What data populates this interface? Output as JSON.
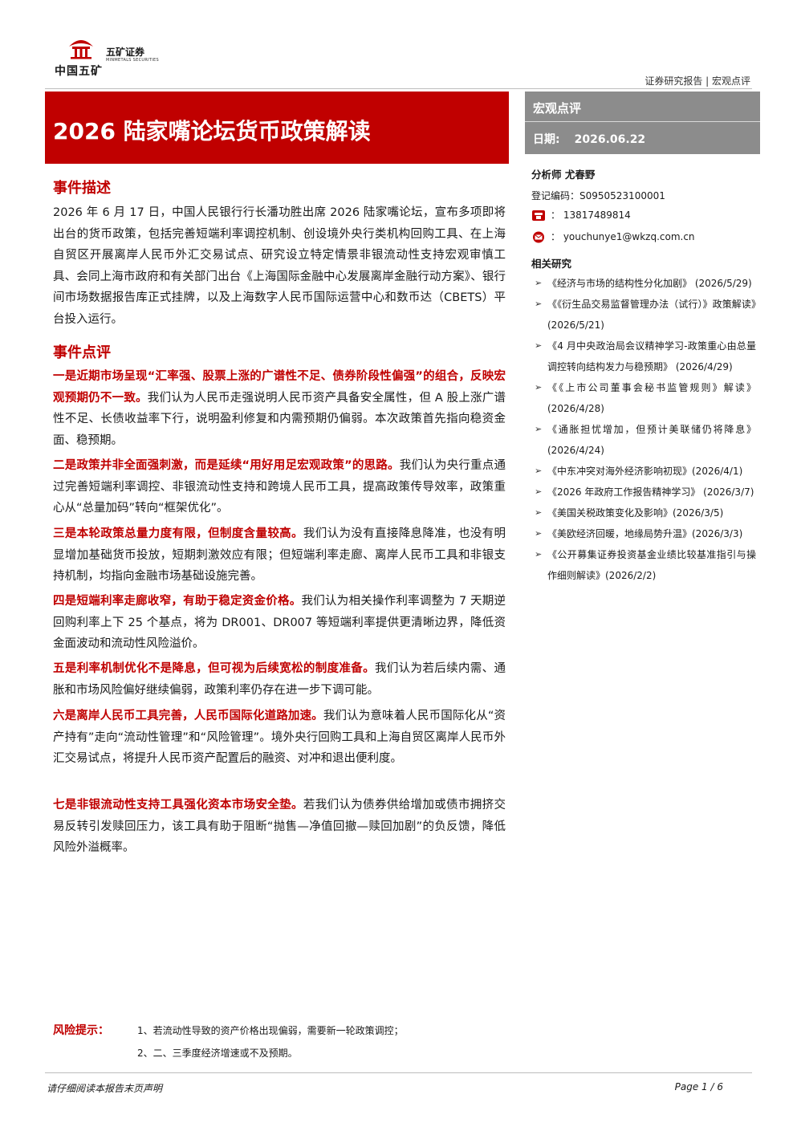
{
  "logo": {
    "group_name": "中国五矿",
    "brand": "五矿证券",
    "brand_en": "MINMETALS SECURITIES",
    "colors": {
      "red": "#c00000"
    }
  },
  "header": {
    "report_type": "证券研究报告 | 宏观点评"
  },
  "title": "2026 陆家嘴论坛货币政策解读",
  "side": {
    "category": "宏观点评",
    "date_label": "日期:",
    "date_value": "2026.06.22",
    "analyst": "分析师 尤春野",
    "registration": "登记编码：S0950523100001",
    "phone": "：  13817489814",
    "email": "：  youchunye1@wkzq.com.cn",
    "related_title": "相关研究",
    "related": [
      "《经济与市场的结构性分化加剧》 (2026/5/29)",
      "《《衍生品交易监督管理办法（试行）》政策解读》(2026/5/21)",
      "《4 月中央政治局会议精神学习-政策重心由总量调控转向结构发力与稳预期》 (2026/4/29)",
      "《《上市公司董事会秘书监管规则》解读》 (2026/4/28)",
      "《通胀担忧增加，但预计美联储仍将降息》 (2026/4/24)",
      "《中东冲突对海外经济影响初现》(2026/4/1)",
      "《2026 年政府工作报告精神学习》 (2026/3/7)",
      "《美国关税政策变化及影响》(2026/3/5)",
      "《美欧经济回暖，地缘局势升温》(2026/3/3)",
      "《公开募集证券投资基金业绩比较基准指引与操作细则解读》(2026/2/2)"
    ]
  },
  "sections": {
    "event_title": "事件描述",
    "event_text": "2026 年 6 月 17 日，中国人民银行行长潘功胜出席 2026 陆家嘴论坛，宣布多项即将出台的货币政策，包括完善短端利率调控机制、创设境外央行类机构回购工具、在上海自贸区开展离岸人民币外汇交易试点、研究设立特定情景非银流动性支持宏观审慎工具、会同上海市政府和有关部门出台《上海国际金融中心发展离岸金融行动方案》、银行间市场数据报告库正式挂牌，以及上海数字人民币国际运营中心和数币达（CBETS）平台投入运行。",
    "comment_title": "事件点评",
    "points": [
      {
        "lead": "一是近期市场呈现“汇率强、股票上涨的广谱性不足、债券阶段性偏强”的组合，反映宏观预期仍不一致。",
        "body": "我们认为人民币走强说明人民币资产具备安全属性，但 A 股上涨广谱性不足、长债收益率下行，说明盈利修复和内需预期仍偏弱。本次政策首先指向稳资金面、稳预期。"
      },
      {
        "lead": "二是政策并非全面强刺激，而是延续“用好用足宏观政策”的思路。",
        "body": "我们认为央行重点通过完善短端利率调控、非银流动性支持和跨境人民币工具，提高政策传导效率，政策重心从“总量加码”转向“框架优化”。"
      },
      {
        "lead": "三是本轮政策总量力度有限，但制度含量较高。",
        "body": "我们认为没有直接降息降准，也没有明显增加基础货币投放，短期刺激效应有限；但短端利率走廊、离岸人民币工具和非银支持机制，均指向金融市场基础设施完善。"
      },
      {
        "lead": "四是短端利率走廊收窄，有助于稳定资金价格。",
        "body": "我们认为相关操作利率调整为 7 天期逆回购利率上下 25 个基点，将为 DR001、DR007 等短端利率提供更清晰边界，降低资金面波动和流动性风险溢价。"
      },
      {
        "lead": "五是利率机制优化不是降息，但可视为后续宽松的制度准备。",
        "body": "我们认为若后续内需、通胀和市场风险偏好继续偏弱，政策利率仍存在进一步下调可能。"
      },
      {
        "lead": "六是离岸人民币工具完善，人民币国际化道路加速。",
        "body": "我们认为意味着人民币国际化从“资产持有”走向“流动性管理”和“风险管理”。境外央行回购工具和上海自贸区离岸人民币外汇交易试点，将提升人民币资产配置后的融资、对冲和退出便利度。"
      },
      {
        "lead": "七是非银流动性支持工具强化资本市场安全垫。",
        "body": "若我们认为债券供给增加或债市拥挤交易反转引发赎回压力，该工具有助于阻断“抛售—净值回撤—赎回加剧”的负反馈，降低风险外溢概率。"
      }
    ]
  },
  "risk": {
    "label": "风险提示：",
    "items": [
      "1、若流动性导致的资产价格出现偏弱，需要新一轮政策调控；",
      "2、二、三季度经济增速或不及预期。"
    ]
  },
  "footer": {
    "disclaimer": "请仔细阅读本报告末页声明",
    "page": "Page 1 / 6"
  }
}
